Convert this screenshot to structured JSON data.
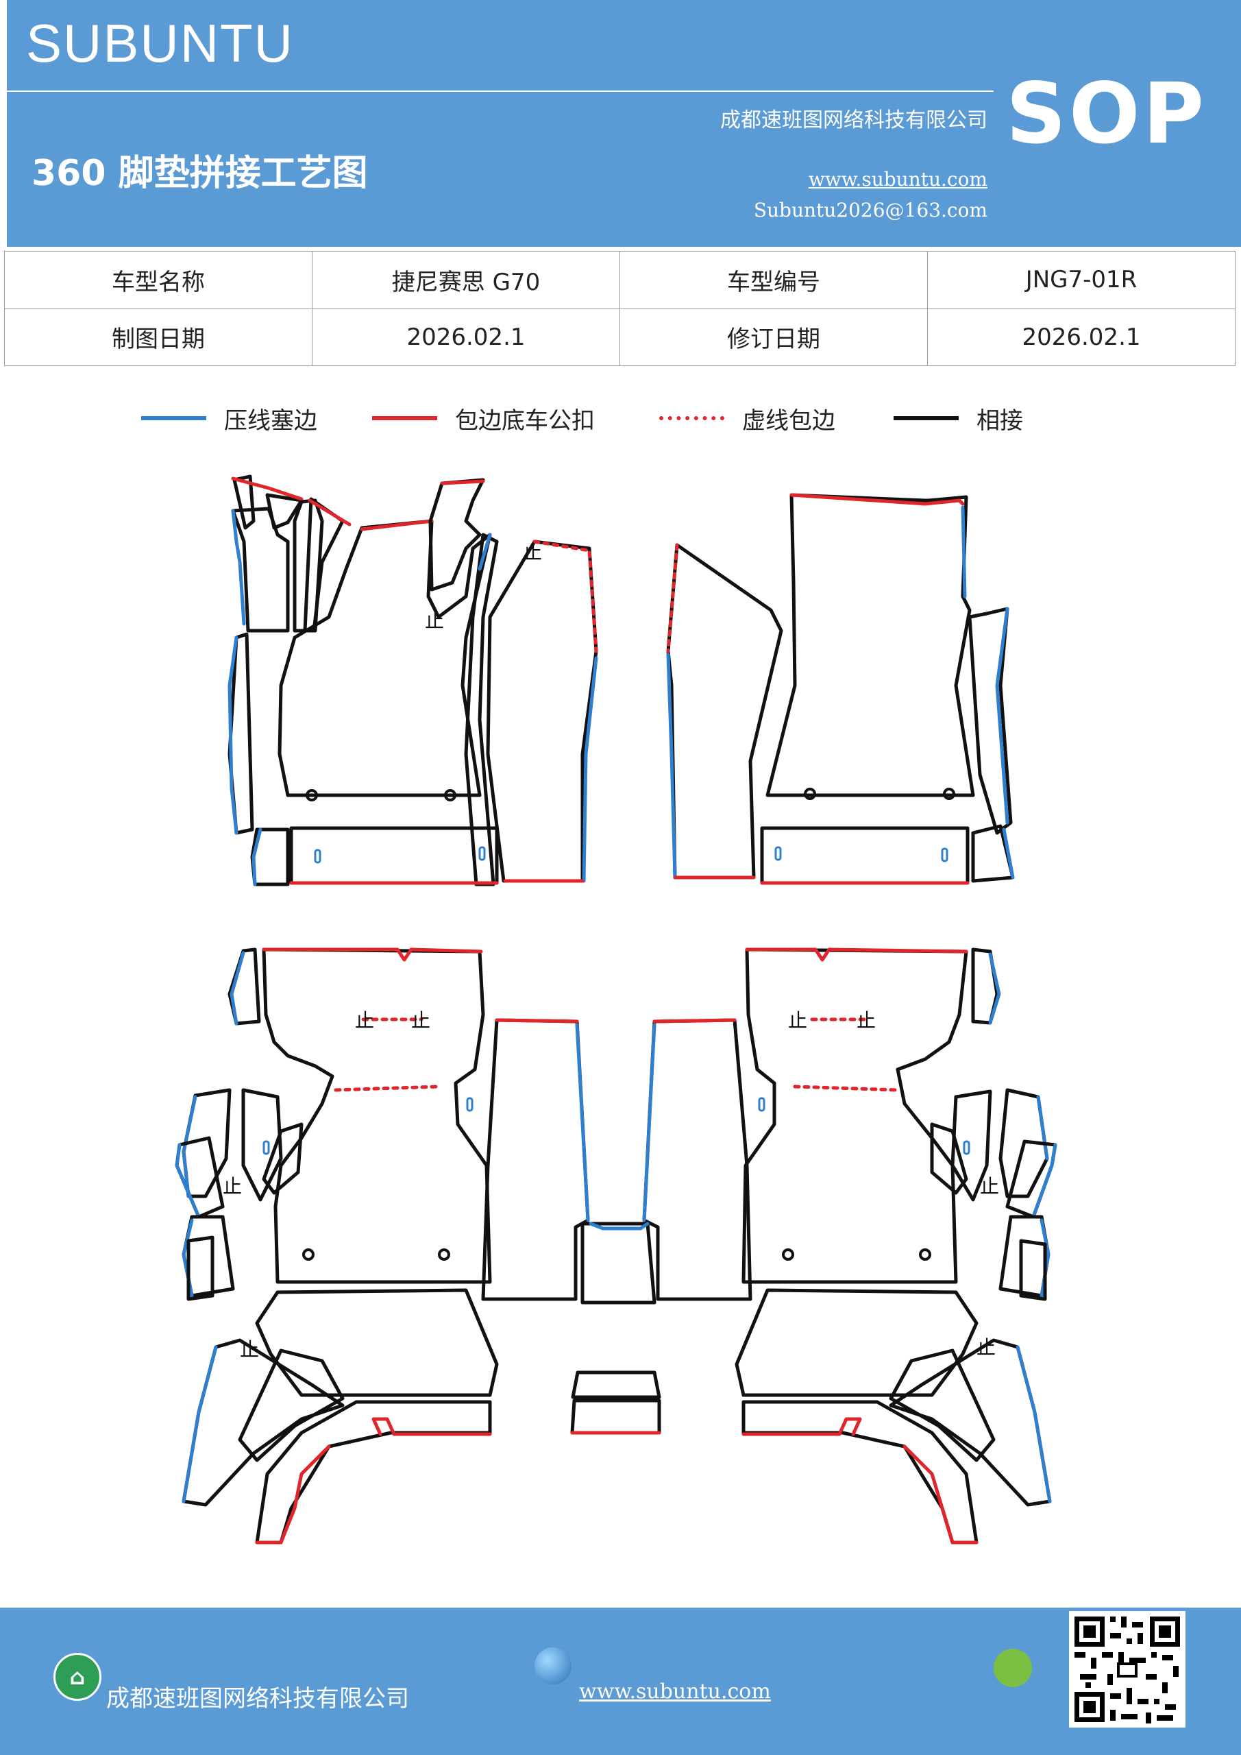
{
  "header": {
    "brand": "SUBUNTU",
    "title": "360 脚垫拼接工艺图",
    "company": "成都速班图网络科技有限公司",
    "url": "www.subuntu.com",
    "email": "Subuntu2026@163.com",
    "badge": "SOP",
    "background_color": "#5b9bd5"
  },
  "info_table": {
    "rows": [
      [
        "车型名称",
        "捷尼赛思 G70",
        "车型编号",
        "JNG7-01R"
      ],
      [
        "制图日期",
        "2026.02.1",
        "修订日期",
        "2026.02.1"
      ]
    ]
  },
  "legend": [
    {
      "label": "压线塞边",
      "color": "#2f7fd1",
      "style": "solid"
    },
    {
      "label": "包边底车公扣",
      "color": "#e0262b",
      "style": "solid"
    },
    {
      "label": "虚线包边",
      "color": "#e0262b",
      "style": "dotted"
    },
    {
      "label": "相接",
      "color": "#111111",
      "style": "solid"
    }
  ],
  "diagram": {
    "clip_icon_name": "clip-mark-icon",
    "hole_icon_name": "hole-icon",
    "slot_icon_name": "slot-icon"
  },
  "footer": {
    "company": "成都速班图网络科技有限公司",
    "url": "www.subuntu.com",
    "background_color": "#5b9bd5",
    "icons": [
      "building-icon",
      "globe-icon",
      "wechat-icon",
      "qr-code-icon"
    ]
  }
}
